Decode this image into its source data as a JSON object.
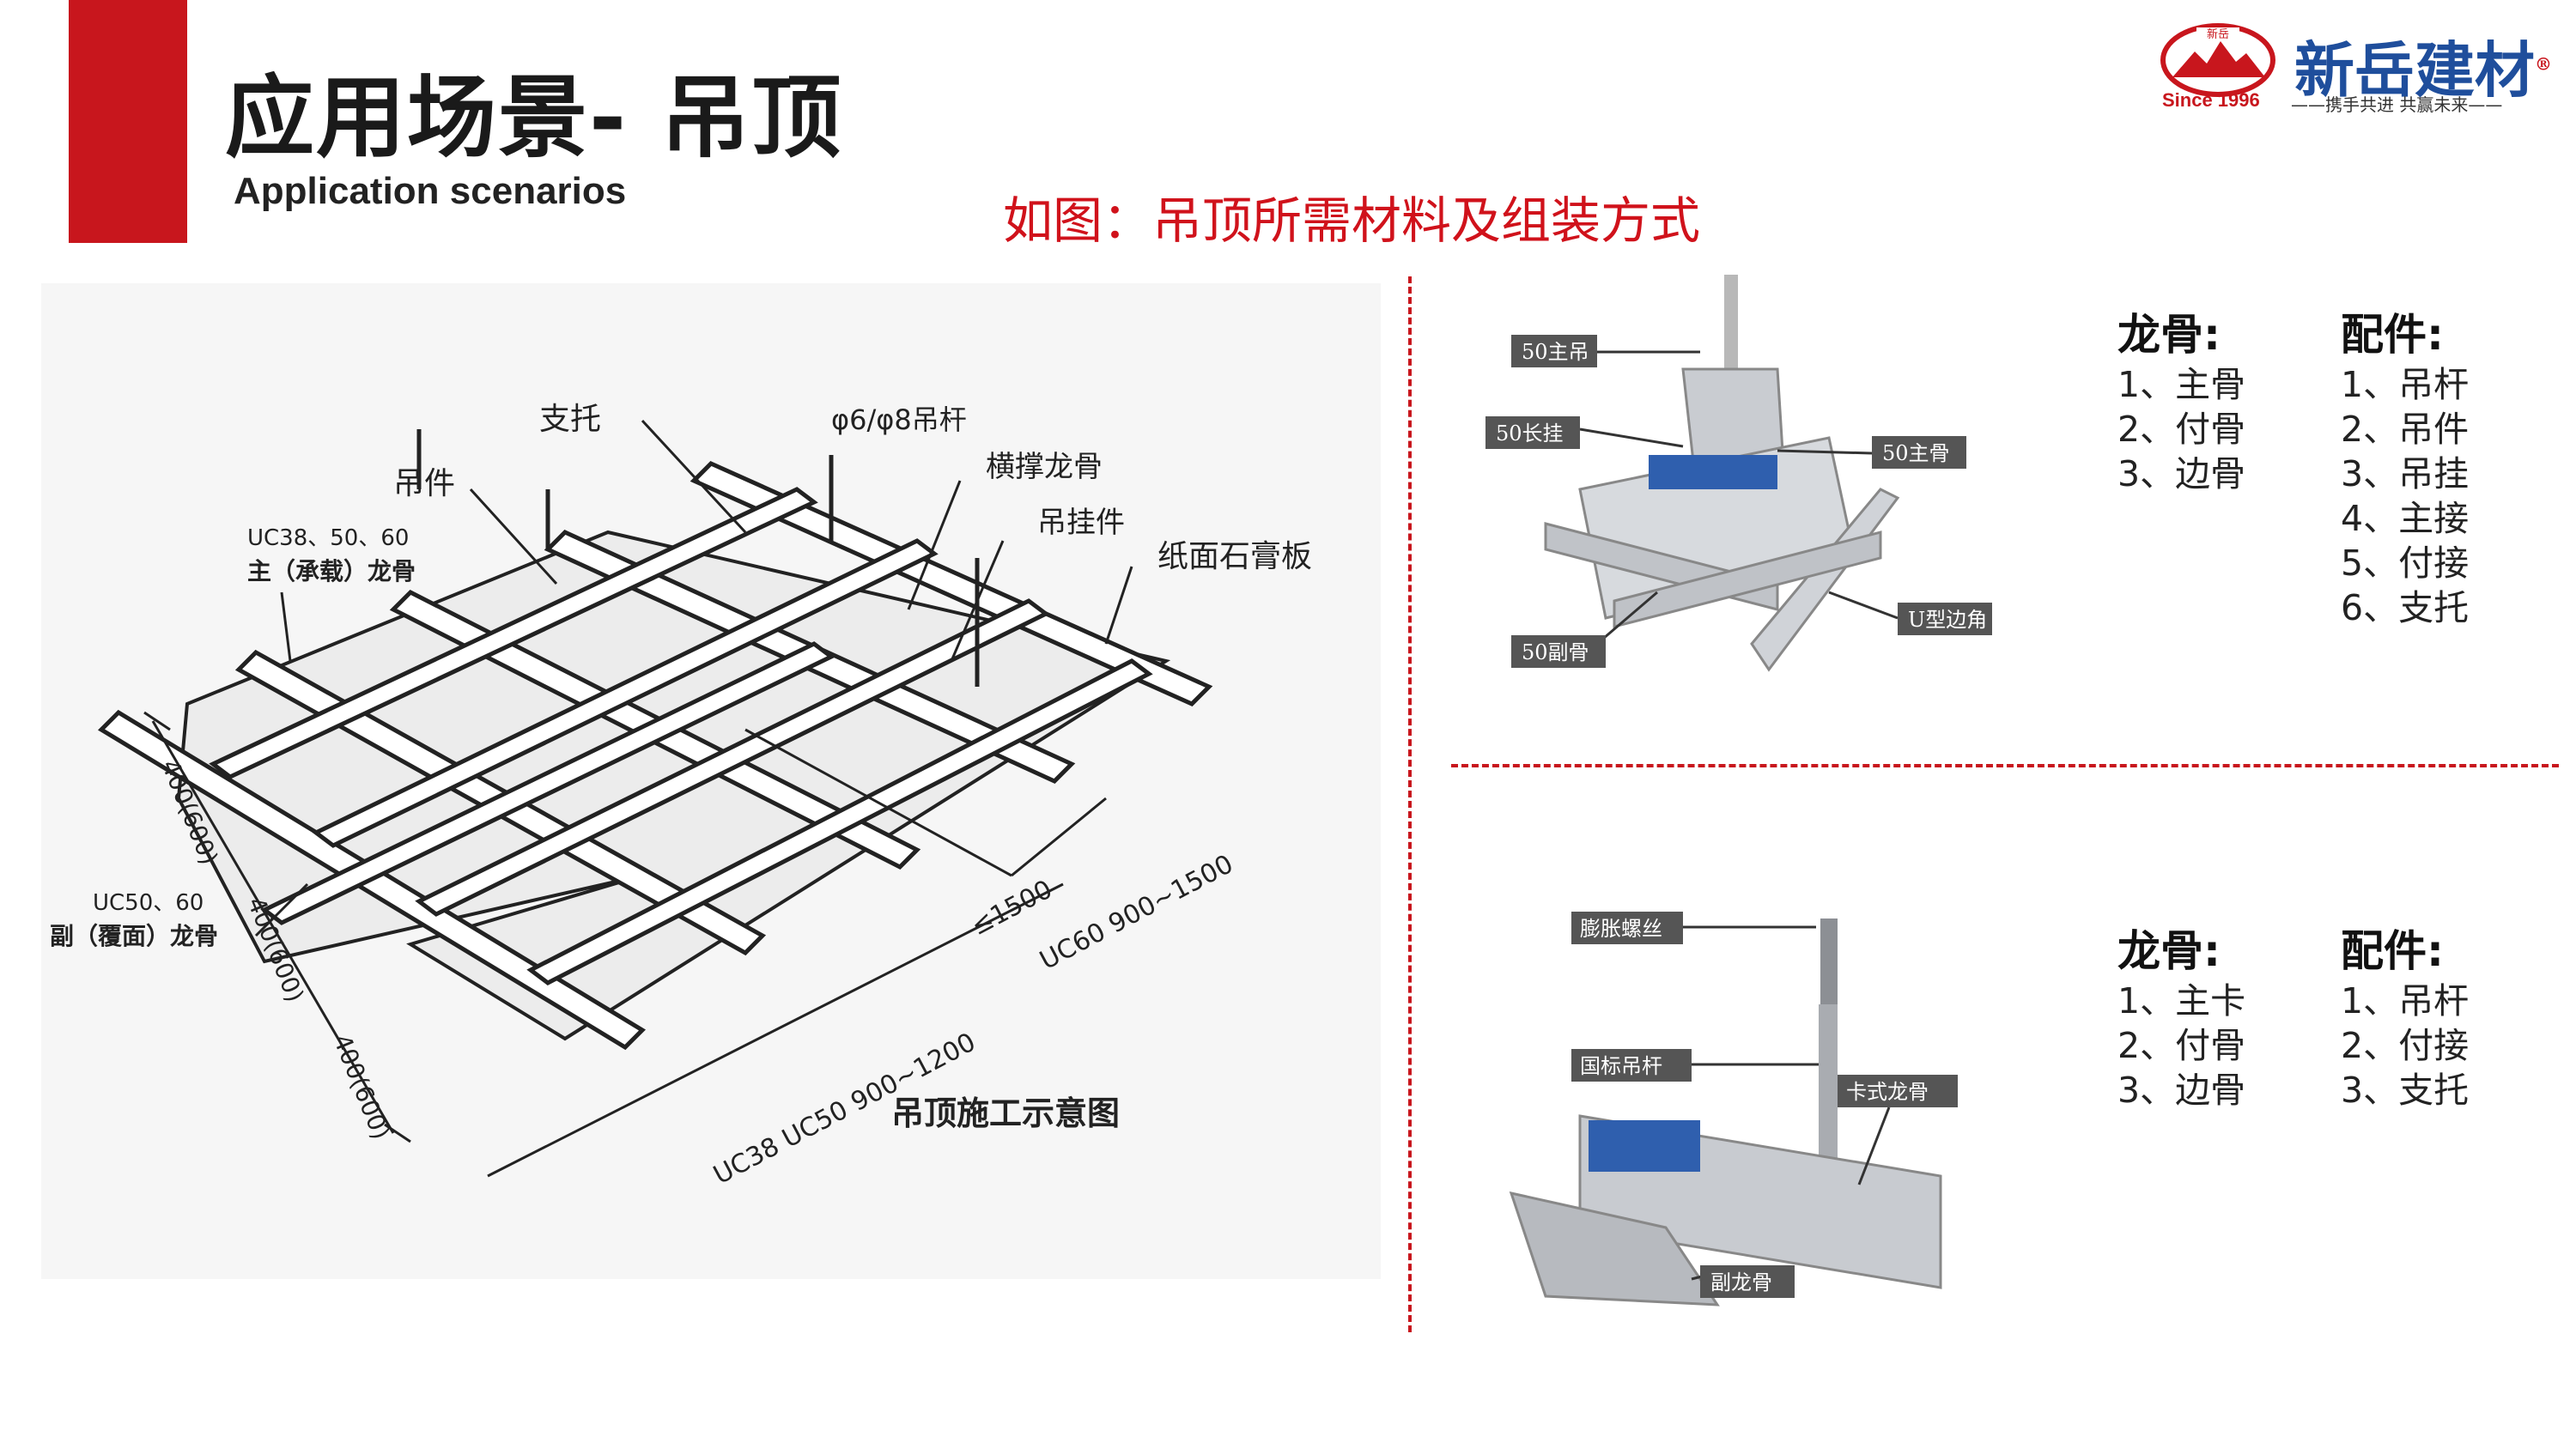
{
  "header": {
    "title": "应用场景- 吊顶",
    "subtitle": "Application scenarios",
    "caption": "如图：吊顶所需材料及组装方式"
  },
  "logo": {
    "name": "新岳建材",
    "since": "Since 1996",
    "slogan": "——携手共进 共赢未来——",
    "reg_mark": "®",
    "emblem_text": "新岳"
  },
  "diagram": {
    "labels": {
      "zhituo": "支托",
      "diaogan": "φ6/φ8吊杆",
      "diaojian": "吊件",
      "hengcheng": "横撑龙骨",
      "uc_main_spec": "UC38、50、60",
      "uc_main_name": "主（承载）龙骨",
      "diaogua": "吊挂件",
      "board": "纸面石膏板",
      "uc_sub_spec": "UC50、60",
      "uc_sub_name": "副（覆面）龙骨",
      "dim1": "400(600)",
      "dim2": "400(600)",
      "dim3": "400(600)",
      "le1500": "≤1500",
      "uc60": "UC60  900~1500",
      "uc38": "UC38 UC50  900~1200",
      "caption": "吊顶施工示意图"
    }
  },
  "photo_top": {
    "labels": [
      "50主吊",
      "50长挂",
      "50主骨",
      "50副骨",
      "U型边角"
    ]
  },
  "photo_bottom": {
    "labels": [
      "膨胀螺丝",
      "国标吊杆",
      "卡式龙骨",
      "副龙骨"
    ]
  },
  "list_top": {
    "keel_title": "龙骨:",
    "keel_items": [
      "1、主骨",
      "2、付骨",
      "3、边骨"
    ],
    "parts_title": "配件:",
    "parts_items": [
      "1、吊杆",
      "2、吊件",
      "3、吊挂",
      "4、主接",
      "5、付接",
      "6、支托"
    ]
  },
  "list_bottom": {
    "keel_title": "龙骨:",
    "keel_items": [
      "1、主卡",
      "2、付骨",
      "3、边骨"
    ],
    "parts_title": "配件:",
    "parts_items": [
      "1、吊杆",
      "2、付接",
      "3、支托"
    ]
  },
  "colors": {
    "accent_red": "#c8161d",
    "brand_blue": "#1f4e9c",
    "caption_red": "#d0121b"
  }
}
